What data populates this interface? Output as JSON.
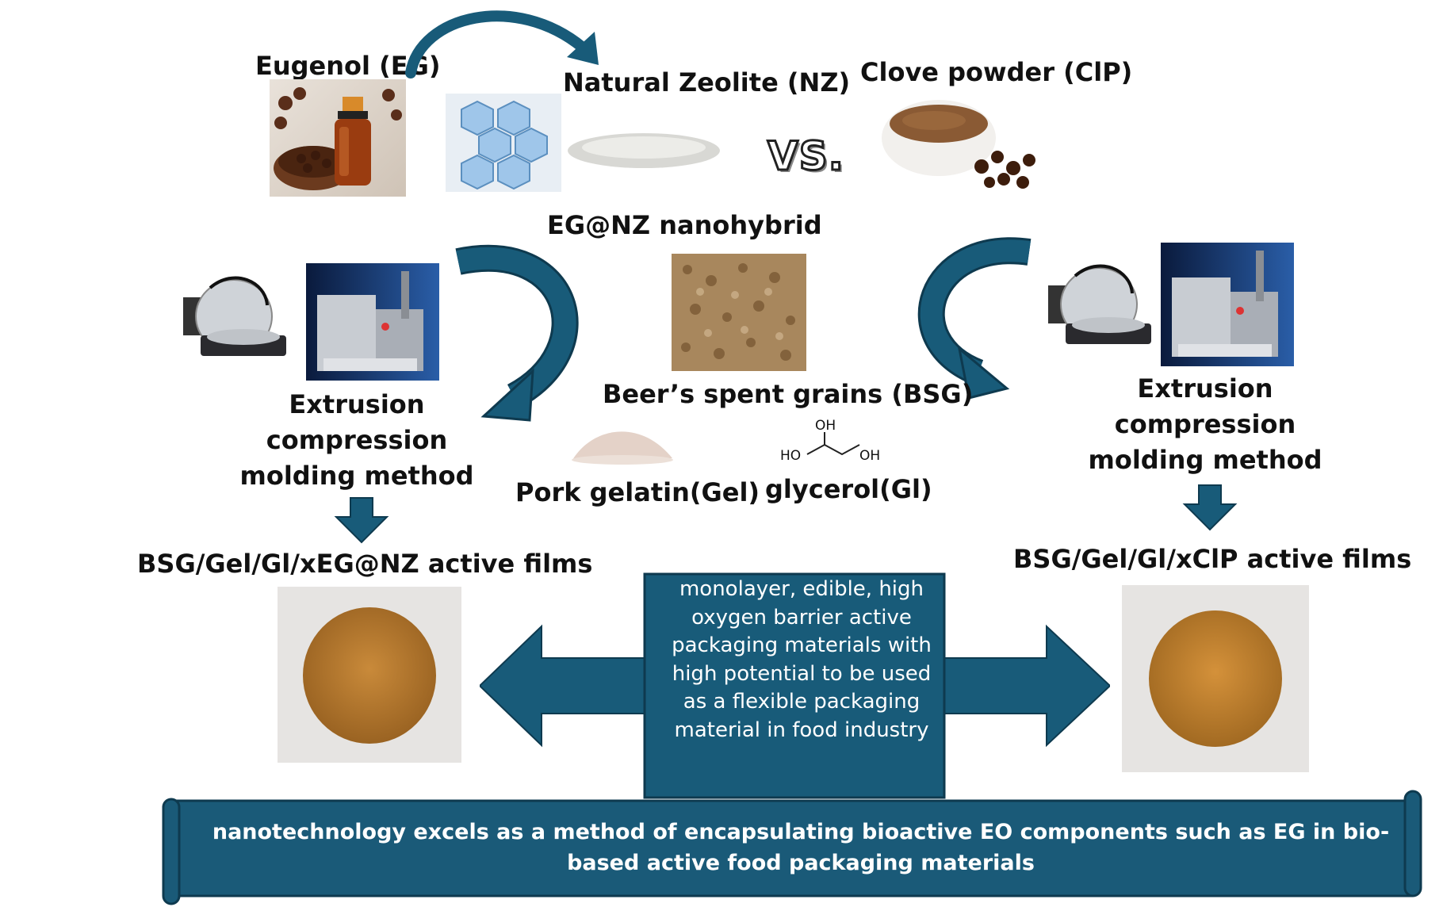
{
  "labels": {
    "eugenol": "Eugenol (EG)",
    "zeolite": "Natural Zeolite (NZ)",
    "clove": "Clove powder (ClP)",
    "vs": "VS.",
    "nanohybrid": "EG@NZ nanohybrid",
    "bsg": "Beer’s spent grains (BSG)",
    "extrusion_left": [
      "Extrusion",
      "compression",
      "molding method"
    ],
    "extrusion_right": [
      "Extrusion",
      "compression",
      "molding method"
    ],
    "gelatin": "Pork gelatin(Gel)",
    "glycerol": "glycerol(Gl)",
    "film_left": "BSG/Gel/Gl/xEG@NZ active films",
    "film_right": "BSG/Gel/Gl/xClP active films"
  },
  "glycerol_structure": {
    "oh_top": "OH",
    "ho_left": "HO",
    "oh_right": "OH"
  },
  "center_box": {
    "lines": [
      "monolayer, edible, high",
      "oxygen barrier active",
      "packaging materials with",
      "high potential to be used",
      "as a flexible packaging",
      "material in food industry"
    ]
  },
  "banner": {
    "lines": [
      "nanotechnology  excels as a method of encapsulating bioactive EO components such as EG in bio-",
      "based active food packaging materials"
    ]
  },
  "colors": {
    "arrow_blue": "#185B79",
    "banner_blue": "#1A5A78",
    "arrow_outline": "#0E3A4F"
  }
}
